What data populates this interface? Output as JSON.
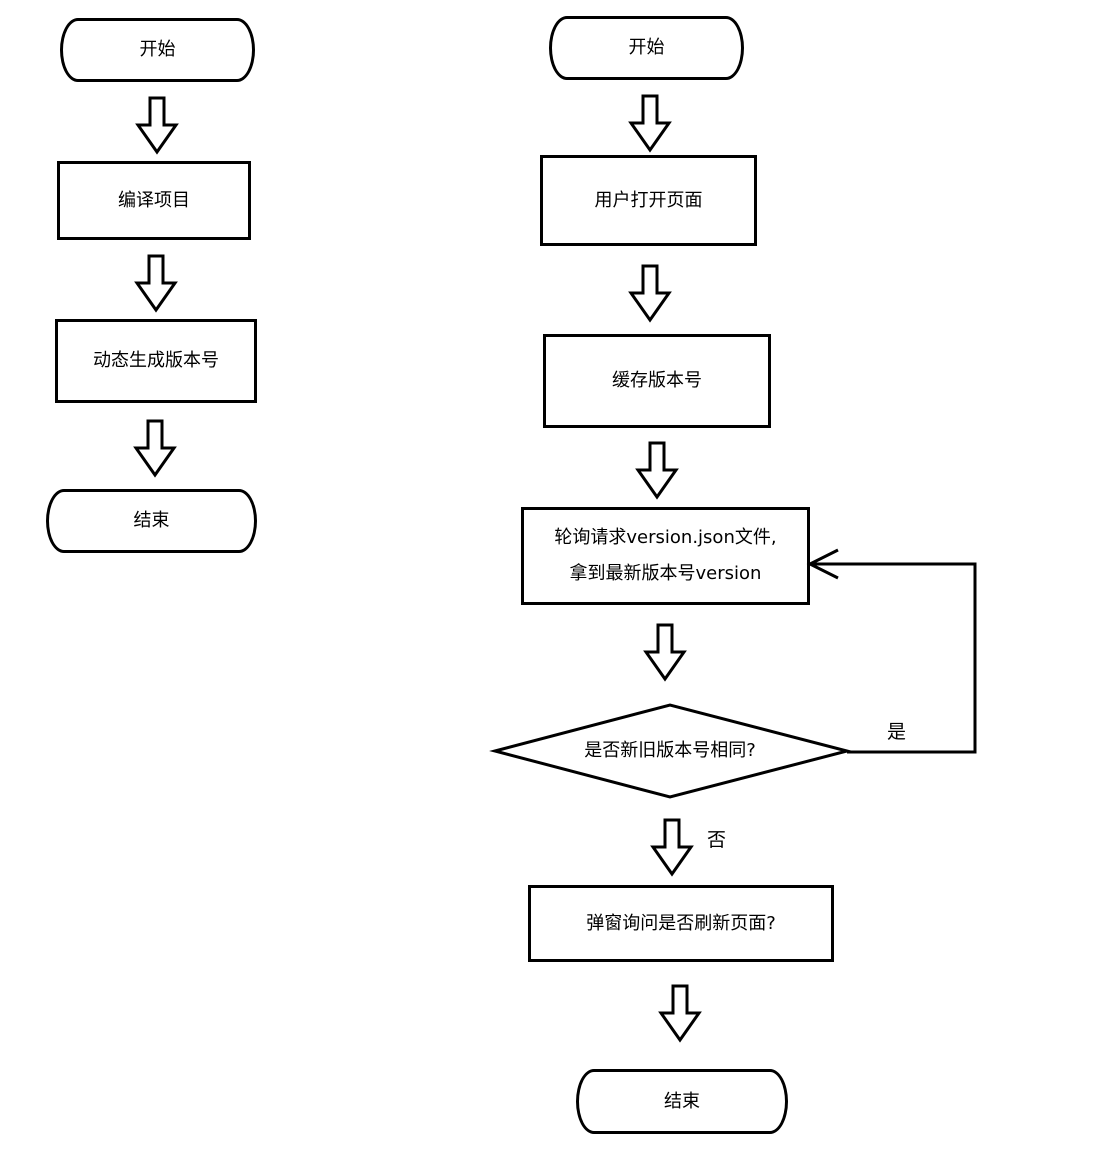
{
  "left_flow": {
    "start": "开始",
    "compile": "编译项目",
    "gen_version": "动态生成版本号",
    "end": "结束"
  },
  "right_flow": {
    "start": "开始",
    "open_page": "用户打开页面",
    "cache_version": "缓存版本号",
    "poll_line1": "轮询请求version.json文件,",
    "poll_line2": "拿到最新版本号version",
    "decision": "是否新旧版本号相同?",
    "yes_label": "是",
    "no_label": "否",
    "prompt": "弹窗询问是否刷新页面?",
    "end": "结束"
  }
}
